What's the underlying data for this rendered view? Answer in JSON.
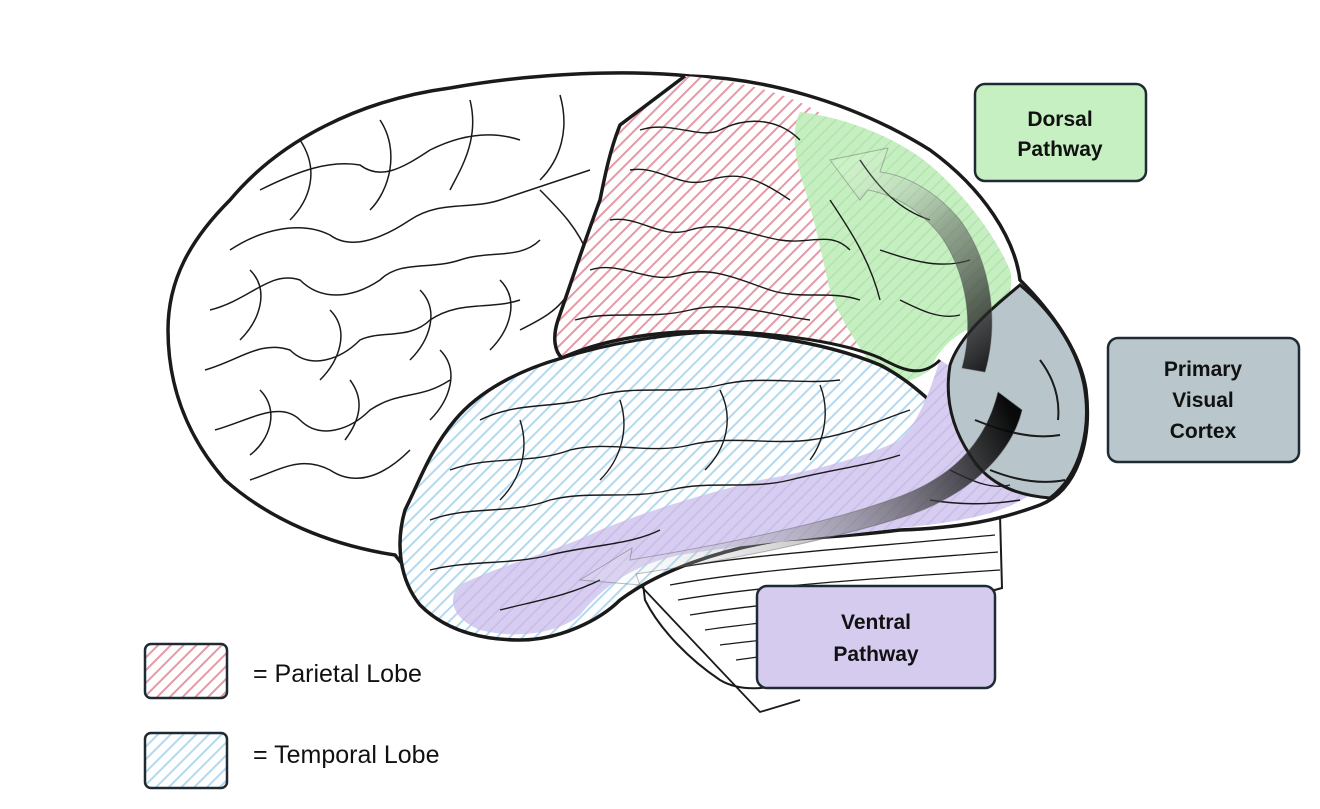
{
  "labels": {
    "dorsal": [
      "Dorsal",
      "Pathway"
    ],
    "primary": [
      "Primary",
      "Visual",
      "Cortex"
    ],
    "ventral": [
      "Ventral",
      "Pathway"
    ]
  },
  "legend": [
    {
      "text": "= Parietal Lobe",
      "color": "#e8a3ad",
      "pattern": "hatch-red"
    },
    {
      "text": "= Temporal Lobe",
      "color": "#b9dcef",
      "pattern": "hatch-blue"
    }
  ],
  "colors": {
    "dorsal_fill": "#c6f0c2",
    "primary_fill": "#b9c6cc",
    "ventral_fill": "#d4cbef",
    "outline": "#1a1a1a"
  }
}
